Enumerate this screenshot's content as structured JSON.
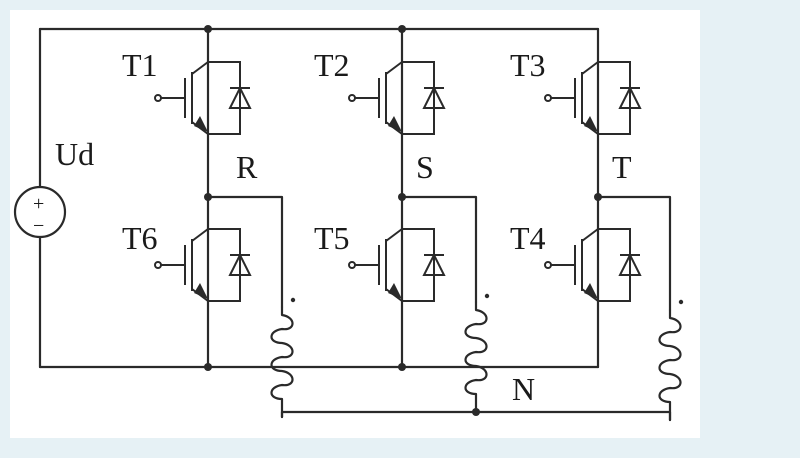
{
  "labels": {
    "source": "Ud",
    "t1": "T1",
    "t2": "T2",
    "t3": "T3",
    "t4": "T4",
    "t5": "T5",
    "t6": "T6",
    "phase_r": "R",
    "phase_s": "S",
    "phase_t": "T",
    "neutral": "N",
    "source_plus": "+",
    "source_minus": "−"
  },
  "icons": {
    "igbt": "igbt-icon",
    "diode": "diode-icon",
    "dc_source": "dc-source-icon",
    "inductor": "inductor-icon",
    "polarity_dot": "polarity-dot-icon"
  },
  "colors": {
    "wire": "#2a2a2a",
    "background": "#e6f1f5",
    "panel": "#ffffff"
  }
}
